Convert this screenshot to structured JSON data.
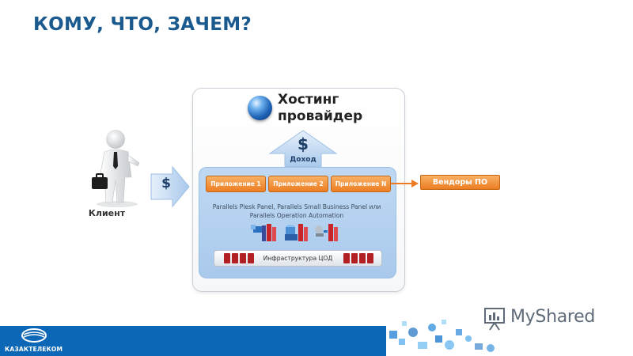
{
  "title": "КОМУ, ЧТО, ЗАЧЕМ?",
  "provider": {
    "title": "Хостинг провайдер",
    "icon": "globe-icon"
  },
  "income": {
    "symbol": "$",
    "label": "Доход"
  },
  "apps": [
    {
      "label": "Приложение 1"
    },
    {
      "label": "Приложение 2"
    },
    {
      "label": "Приложение N"
    }
  ],
  "platform_text": "Parallels Plesk Panel, Parallels Small Business Panel или Parallels Operation Automation",
  "infrastructure_label": "Инфраструктура ЦОД",
  "client": {
    "label": "Клиент",
    "payment_symbol": "$",
    "icon": "businessman-icon"
  },
  "vendors_label": "Вендоры ПО",
  "footer": {
    "brand": "КАЗАКТЕЛЕКОМ",
    "watermark": "MyShared"
  },
  "colors": {
    "title": "#1b5a8e",
    "accent_orange": "#ec7d22",
    "footer_blue": "#0d67b7",
    "panel_blue": "#bfd9f3"
  }
}
